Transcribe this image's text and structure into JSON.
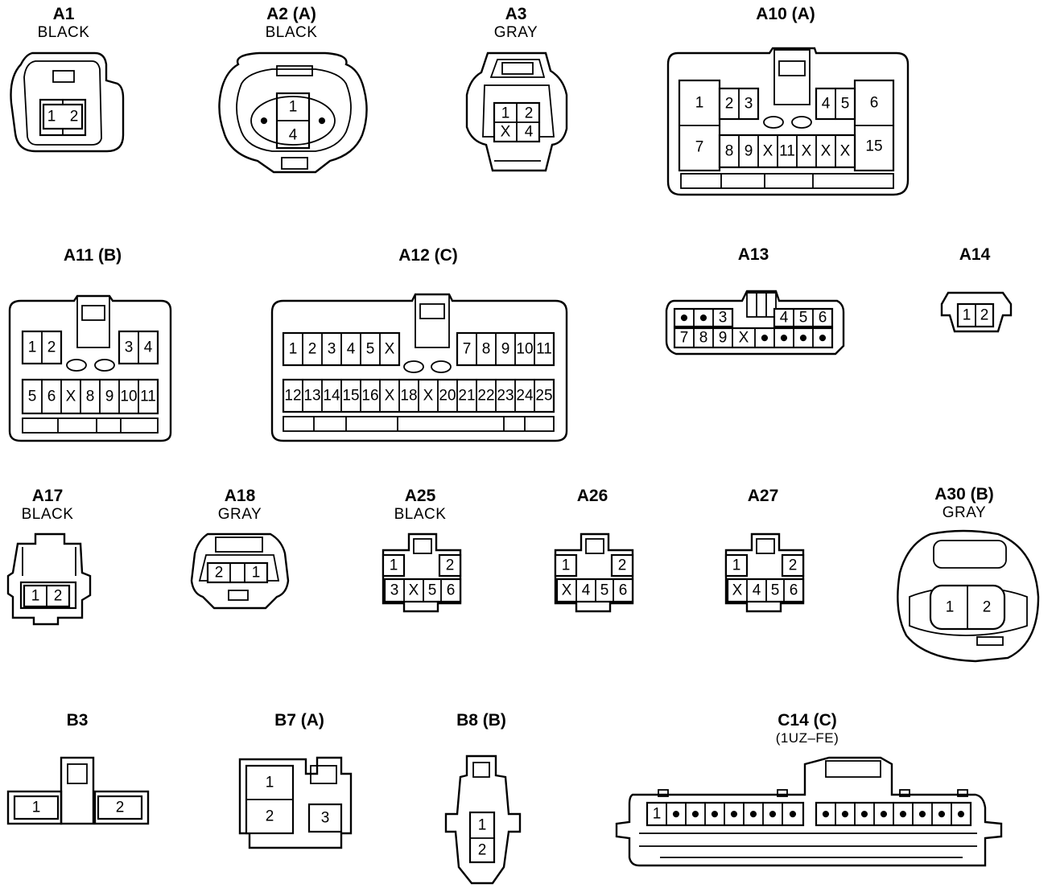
{
  "connectors": [
    {
      "id": "A1",
      "code": "A1",
      "color_label": "BLACK",
      "pins": [
        "1",
        "2"
      ]
    },
    {
      "id": "A2",
      "code": "A2 (A)",
      "color_label": "BLACK",
      "pins": [
        "1",
        "4",
        "●",
        "●"
      ]
    },
    {
      "id": "A3",
      "code": "A3",
      "color_label": "GRAY",
      "pins": [
        "1",
        "2",
        "X",
        "4"
      ]
    },
    {
      "id": "A10",
      "code": "A10 (A)",
      "color_label": "",
      "pins": [
        "1",
        "2",
        "3",
        "4",
        "5",
        "6",
        "7",
        "8",
        "9",
        "X",
        "11",
        "X",
        "X",
        "X",
        "15"
      ]
    },
    {
      "id": "A11",
      "code": "A11 (B)",
      "color_label": "",
      "pins": [
        "1",
        "2",
        "3",
        "4",
        "5",
        "6",
        "X",
        "8",
        "9",
        "10",
        "11"
      ]
    },
    {
      "id": "A12",
      "code": "A12 (C)",
      "color_label": "",
      "pins": [
        "1",
        "2",
        "3",
        "4",
        "5",
        "X",
        "7",
        "8",
        "9",
        "10",
        "11",
        "12",
        "13",
        "14",
        "15",
        "16",
        "X",
        "18",
        "X",
        "20",
        "21",
        "22",
        "23",
        "24",
        "25"
      ]
    },
    {
      "id": "A13",
      "code": "A13",
      "color_label": "",
      "pins": [
        "●",
        "●",
        "3",
        "4",
        "5",
        "6",
        "7",
        "8",
        "9",
        "X",
        "●",
        "●",
        "●",
        "●"
      ]
    },
    {
      "id": "A14",
      "code": "A14",
      "color_label": "",
      "pins": [
        "1",
        "2"
      ]
    },
    {
      "id": "A17",
      "code": "A17",
      "color_label": "BLACK",
      "pins": [
        "1",
        "2"
      ]
    },
    {
      "id": "A18",
      "code": "A18",
      "color_label": "GRAY",
      "pins": [
        "2",
        "1"
      ]
    },
    {
      "id": "A25",
      "code": "A25",
      "color_label": "BLACK",
      "pins": [
        "1",
        "2",
        "3",
        "X",
        "5",
        "6"
      ]
    },
    {
      "id": "A26",
      "code": "A26",
      "color_label": "",
      "pins": [
        "1",
        "2",
        "X",
        "4",
        "5",
        "6"
      ]
    },
    {
      "id": "A27",
      "code": "A27",
      "color_label": "",
      "pins": [
        "1",
        "2",
        "X",
        "4",
        "5",
        "6"
      ]
    },
    {
      "id": "A30",
      "code": "A30 (B)",
      "color_label": "GRAY",
      "pins": [
        "1",
        "2"
      ]
    },
    {
      "id": "B3",
      "code": "B3",
      "color_label": "",
      "pins": [
        "1",
        "2"
      ]
    },
    {
      "id": "B7",
      "code": "B7 (A)",
      "color_label": "",
      "pins": [
        "1",
        "2",
        "3"
      ]
    },
    {
      "id": "B8",
      "code": "B8 (B)",
      "color_label": "",
      "pins": [
        "1",
        "2"
      ]
    },
    {
      "id": "C14",
      "code": "C14 (C)",
      "color_label": "(1UZ–FE)",
      "pins": [
        "1",
        "●",
        "●",
        "●",
        "●",
        "●",
        "●",
        "●",
        "●",
        "●",
        "●",
        "●",
        "●",
        "●",
        "●",
        "●",
        "●",
        "●",
        "●",
        "●",
        "●"
      ]
    }
  ]
}
